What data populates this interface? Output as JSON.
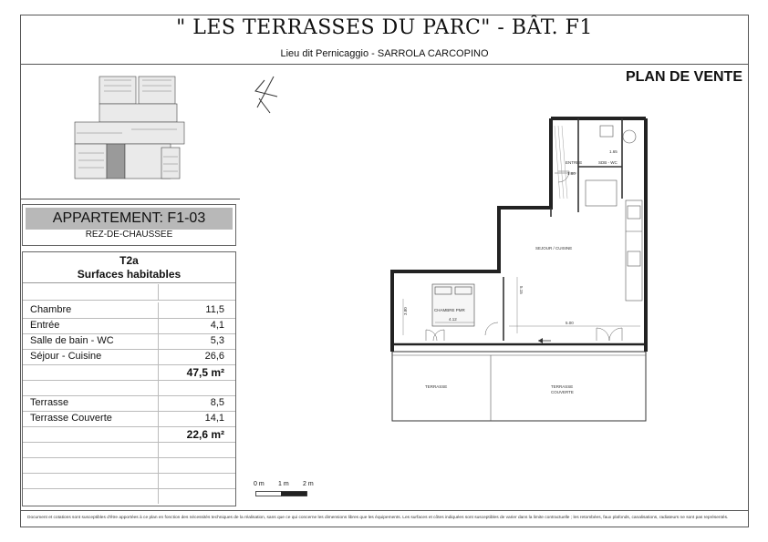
{
  "header": {
    "title": "\" LES TERRASSES DU PARC\"  -  BÂT.  F1",
    "subtitle": "Lieu dit Pernicaggio - SARROLA CARCOPINO",
    "plan_label": "PLAN DE VENTE"
  },
  "apartment": {
    "name": "APPARTEMENT: F1-03",
    "level": "REZ-DE-CHAUSSEE"
  },
  "surfaces": {
    "type": "T2a",
    "heading": "Surfaces habitables",
    "rooms": [
      {
        "label": "Chambre",
        "value": "11,5"
      },
      {
        "label": "Entrée",
        "value": "4,1"
      },
      {
        "label": "Salle de bain - WC",
        "value": "5,3"
      },
      {
        "label": "Séjour - Cuisine",
        "value": "26,6"
      }
    ],
    "rooms_total": "47,5 m²",
    "exterior": [
      {
        "label": "Terrasse",
        "value": "8,5"
      },
      {
        "label": "Terrasse Couverte",
        "value": "14,1"
      }
    ],
    "exterior_total": "22,6 m²"
  },
  "plan": {
    "rooms": {
      "entree": "ENTREE",
      "sdb": "SDB - WC",
      "sejour": "SEJOUR / CUISINE",
      "chambre": "CHAMBRE PMR",
      "terrasse": "TERRASSE",
      "terrasse_couverte_1": "TERRASSE",
      "terrasse_couverte_2": "COUVERTE"
    },
    "dims": {
      "d1": "1.65",
      "d2": "1.80",
      "d3": "5.15",
      "d4": "3.80",
      "d5": "4.12",
      "d6": "5.00"
    }
  },
  "scale": {
    "s0": "0 m",
    "s1": "1 m",
    "s2": "2 m"
  },
  "footer": "Document et cotations sont susceptibles d'être apportées à ce plan en fonction des nécessités techniques de la réalisation, sans que ce qui concerne les dimensions libres que les équipements. Les surfaces et côtes indiquées sont susceptibles de varier dans la limite contractuelle ; les retombées, faux plafonds, canalisations, radiateurs ne sont pas représentés."
}
